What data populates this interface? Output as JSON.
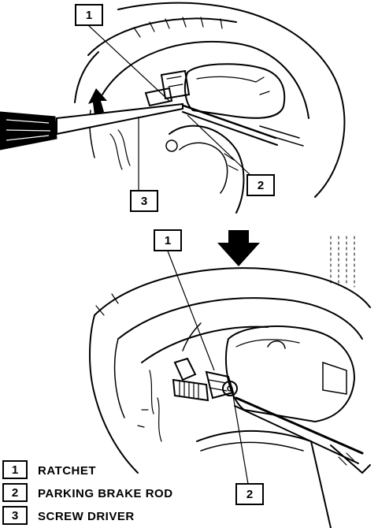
{
  "callouts": {
    "top_1": "1",
    "top_2": "2",
    "top_3": "3",
    "bottom_1": "1",
    "bottom_2": "2"
  },
  "legend": [
    {
      "number": "1",
      "label": "RATCHET"
    },
    {
      "number": "2",
      "label": "PARKING BRAKE ROD"
    },
    {
      "number": "3",
      "label": "SCREW DRIVER"
    }
  ],
  "colors": {
    "ink": "#000000",
    "paper": "#ffffff"
  }
}
